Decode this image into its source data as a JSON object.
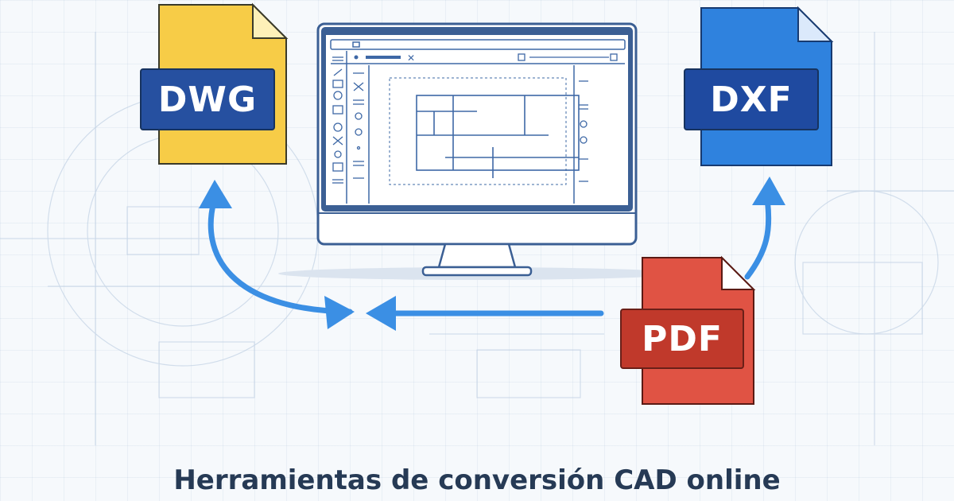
{
  "files": {
    "dwg": {
      "label": "DWG",
      "color": "#f7cc47"
    },
    "dxf": {
      "label": "DXF",
      "color": "#2f82de"
    },
    "pdf": {
      "label": "PDF",
      "color": "#e05344"
    }
  },
  "caption": "Herramientas de conversión CAD online",
  "colors": {
    "arrow": "#3b8fe4",
    "monitor_frame": "#3b5f94",
    "screen_line": "#3e68a6"
  }
}
